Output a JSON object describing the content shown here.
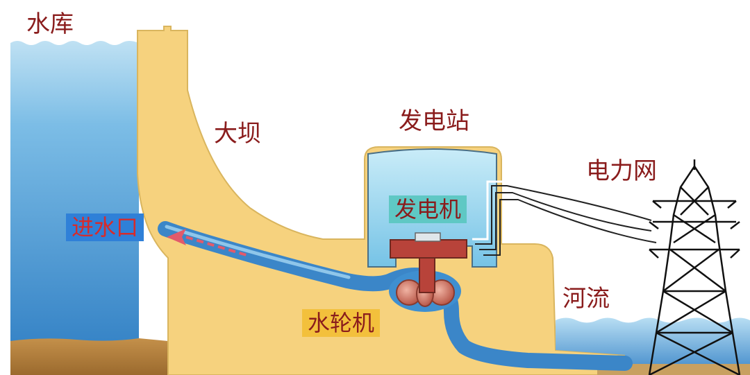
{
  "labels": {
    "reservoir": "水库",
    "dam": "大坝",
    "power_station": "发电站",
    "grid": "电力网",
    "intake": "进水口",
    "generator": "发电机",
    "river": "河流",
    "turbine": "水轮机"
  },
  "colors": {
    "reservoir_water": "#3f8fd0",
    "dam_fill": "#f6d27e",
    "dam_edge": "#d9b55e",
    "generator_room": "#9fd6ee",
    "generator_label_bg": "#5fc8c4",
    "intake_label_bg": "#2f80d8",
    "turbine_label_bg": "#f3c03c",
    "label_text": "#8a1c1c",
    "intake_text": "#d72b2b",
    "rotor": "#b8433a",
    "ground": "#b7823f"
  }
}
